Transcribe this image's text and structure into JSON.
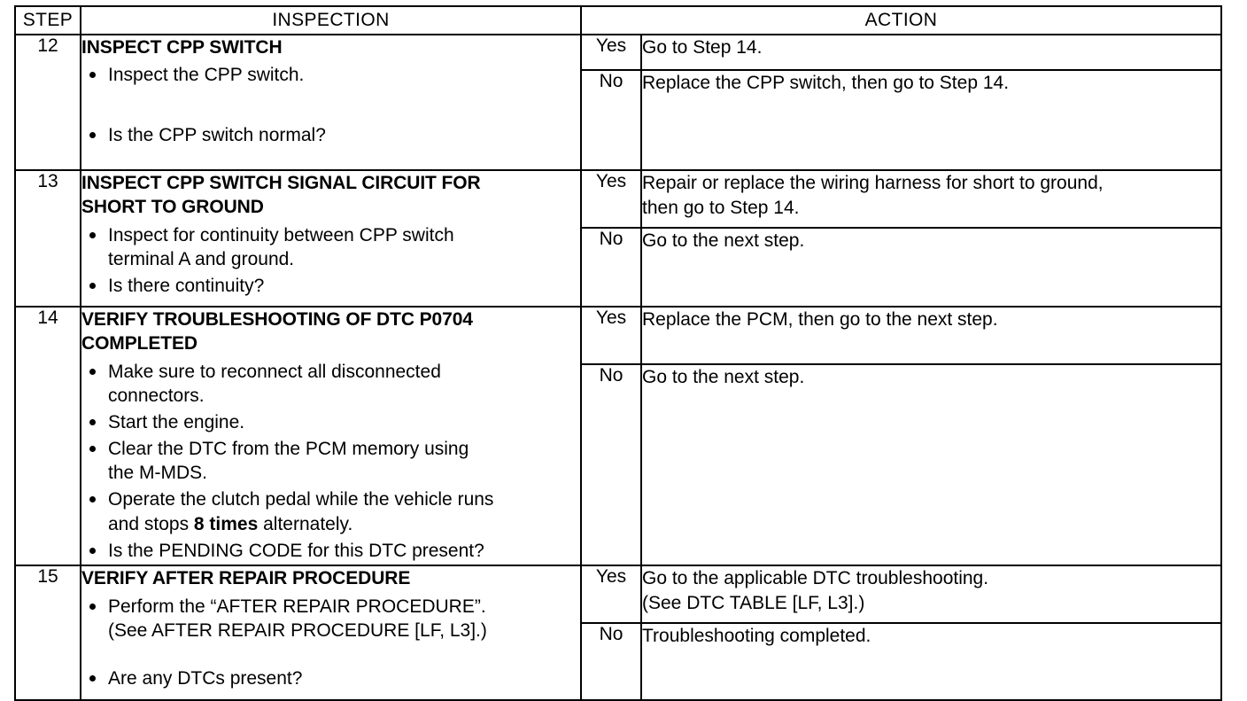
{
  "table": {
    "headers": {
      "step": "STEP",
      "inspection": "INSPECTION",
      "action": "ACTION"
    },
    "answer_labels": {
      "yes": "Yes",
      "no": "No"
    },
    "rows": [
      {
        "step": "12",
        "title": "INSPECT CPP SWITCH",
        "bullets": [
          "Inspect the CPP switch.",
          "Is the CPP switch normal?"
        ],
        "yes_action": "Go to Step 14.",
        "no_action": "Replace the CPP switch, then go to Step 14."
      },
      {
        "step": "13",
        "title": "INSPECT CPP SWITCH SIGNAL CIRCUIT FOR\nSHORT TO GROUND",
        "bullets": [
          "Inspect for continuity between CPP switch\nterminal A and ground.",
          "Is there continuity?"
        ],
        "yes_action": "Repair or replace the wiring harness for short to ground,\nthen go to Step 14.",
        "no_action": "Go to the next step."
      },
      {
        "step": "14",
        "title": "VERIFY TROUBLESHOOTING OF DTC P0704\nCOMPLETED",
        "bullets": [
          "Make sure to reconnect all disconnected\nconnectors.",
          "Start the engine.",
          "Clear the DTC from the PCM memory using\nthe M-MDS.",
          "Operate the clutch pedal while the vehicle runs\nand stops 8 times alternately.",
          "Is the PENDING CODE for this DTC present?"
        ],
        "bullet_emphasis": "8 times",
        "yes_action": "Replace the PCM, then go to the next step.",
        "no_action": "Go to the next step."
      },
      {
        "step": "15",
        "title": "VERIFY AFTER REPAIR PROCEDURE",
        "bullets": [
          "Perform the “AFTER REPAIR PROCEDURE”.\n   (See AFTER REPAIR PROCEDURE [LF, L3].)",
          "Are any DTCs present?"
        ],
        "yes_action": "Go to the applicable DTC troubleshooting.\n (See DTC TABLE [LF, L3].)",
        "no_action": "Troubleshooting completed."
      }
    ]
  }
}
